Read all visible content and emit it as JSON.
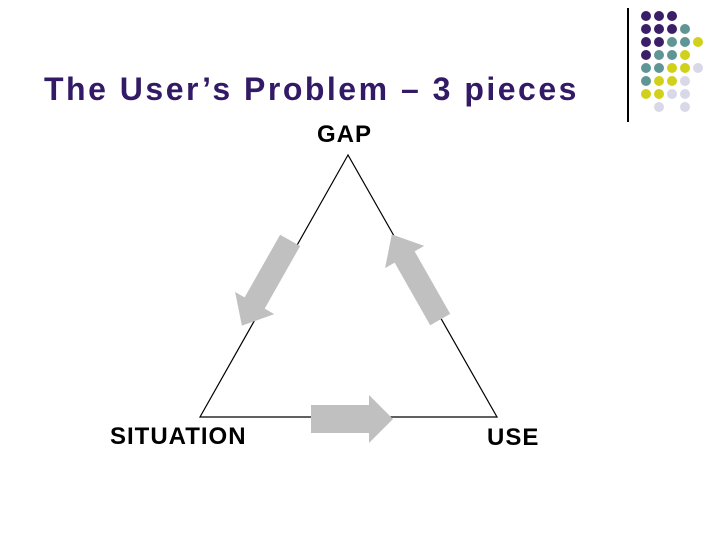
{
  "slide": {
    "title": "The User’s Problem – 3 pieces",
    "title_color": "#331a66",
    "background_color": "#ffffff"
  },
  "diagram": {
    "type": "triangle-cycle",
    "line_color": "#000000",
    "arrow_color": "#c0c0c0",
    "vertices": [
      {
        "id": "gap",
        "label": "GAP",
        "position": "top"
      },
      {
        "id": "situation",
        "label": "SITUATION",
        "position": "bottom-left"
      },
      {
        "id": "use",
        "label": "USE",
        "position": "bottom-right"
      }
    ],
    "arrows": [
      {
        "from": "GAP",
        "to": "SITUATION",
        "edge": "left",
        "direction": "down-left"
      },
      {
        "from": "SITUATION",
        "to": "USE",
        "edge": "bottom",
        "direction": "right"
      },
      {
        "from": "USE",
        "to": "GAP",
        "edge": "right",
        "direction": "up-left"
      }
    ]
  },
  "decoration": {
    "separator_line_color": "#000000",
    "dot_colors": {
      "P": "#3a1f68",
      "T": "#5f9595",
      "Y": "#d1d11c",
      "L": "#d8d8e8"
    },
    "dot_pattern": [
      "PPP..",
      "PPPT.",
      "PPTTY",
      "PTTY.",
      "TTYYL",
      "TYYL.",
      "YYLL.",
      ".L.L."
    ],
    "dot_size": 10,
    "dot_pitch": 13
  }
}
